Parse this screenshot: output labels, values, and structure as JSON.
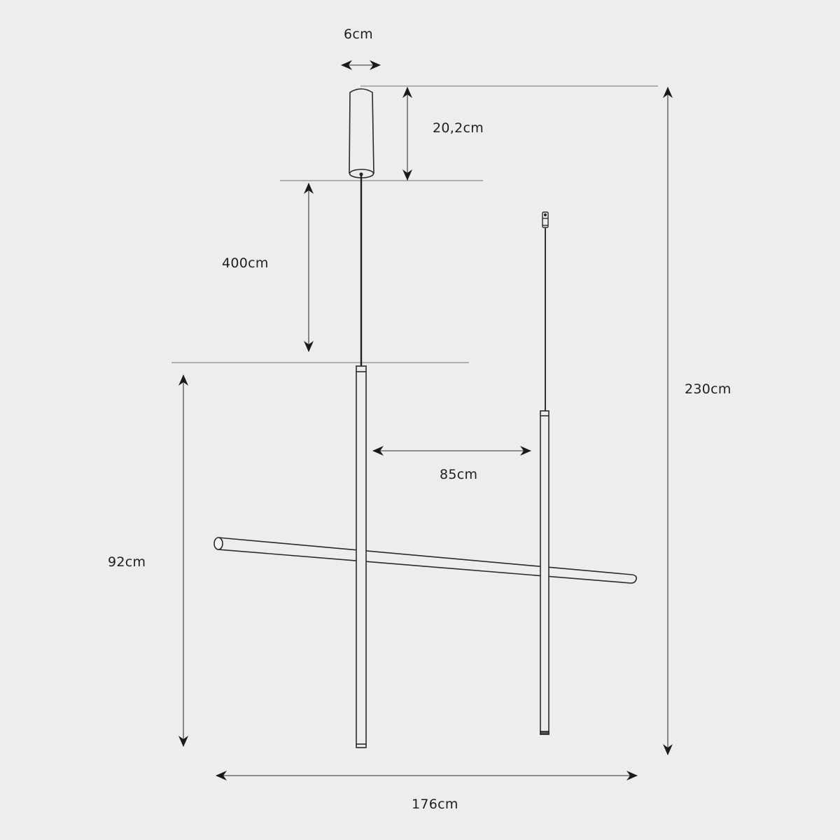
{
  "colors": {
    "background": "#ededed",
    "line": "#2a2a2a",
    "dimension_line": "#7a7a7a",
    "text": "#1f1f1f"
  },
  "dimensions": {
    "canopy_width": "6cm",
    "canopy_height": "20,2cm",
    "cable_length": "400cm",
    "lamp_height": "92cm",
    "lamp_spacing": "85cm",
    "total_width": "176cm",
    "total_height": "230cm"
  }
}
